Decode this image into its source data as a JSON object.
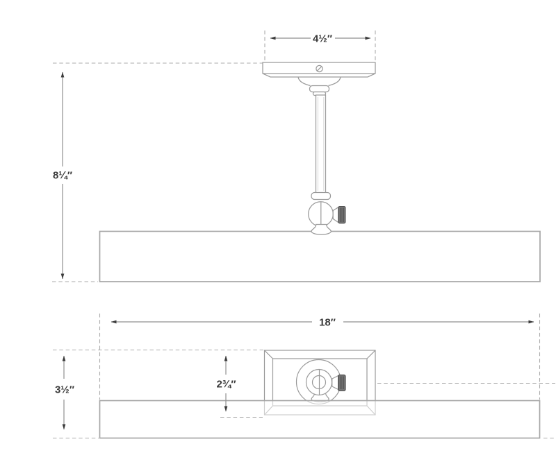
{
  "drawing": {
    "type": "technical-dimension-diagram",
    "subject": "ceiling-mounted picture light, side elevation (top) and bottom view (below)",
    "labels": {
      "canopy_width": "4½″",
      "drop_height": "8¼″",
      "shade_width": "18″",
      "backplate_height": "2¾″",
      "shade_height": "3½″"
    },
    "colors": {
      "background": "#ffffff",
      "outline": "#9a9a9a",
      "outline_light": "#cfcfcf",
      "shade_outline": "#a6a6a6",
      "dashed_reference": "#ababab",
      "dimension_line": "#8f8f8f",
      "arrowhead": "#3b3b3b",
      "text": "#3a3a3a",
      "knurled_knob_fill": "#767676"
    }
  }
}
